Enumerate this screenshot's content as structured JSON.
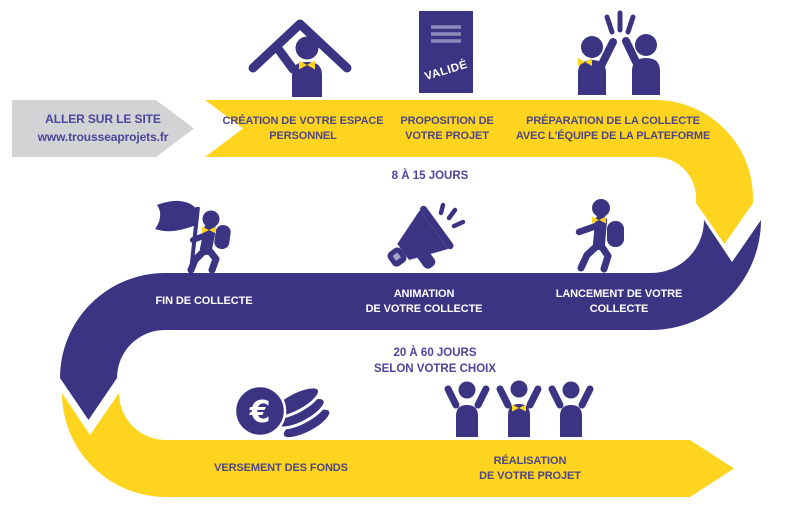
{
  "colors": {
    "yellow": "#FFD41E",
    "purple": "#3B3483",
    "gray": "#D1D3D4",
    "label_on_yellow": "#4D4683",
    "label_on_blue": "#FFFFFF",
    "duration_text": "#4B459B",
    "doc_lines": "#8F8ABC"
  },
  "site_arrow": {
    "line1": "ALLER SUR LE SITE",
    "line2": "www.trousseaprojets.fr"
  },
  "durations": {
    "top": "8 À 15 JOURS",
    "bottom_line1": "20 À 60 JOURS",
    "bottom_line2": "SELON VOTRE CHOIX"
  },
  "steps": {
    "creation": {
      "line1": "CRÉATION DE VOTRE ESPACE",
      "line2": "PERSONNEL"
    },
    "proposition": {
      "line1": "PROPOSITION DE",
      "line2": "VOTRE PROJET"
    },
    "preparation": {
      "line1": "PRÉPARATION DE LA COLLECTE",
      "line2": "AVEC L'ÉQUIPE DE LA PLATEFORME"
    },
    "fin": {
      "line1": "FIN DE COLLECTE"
    },
    "animation": {
      "line1": "ANIMATION",
      "line2": "DE VOTRE COLLECTE"
    },
    "lancement": {
      "line1": "LANCEMENT DE VOTRE",
      "line2": "COLLECTE"
    },
    "versement": {
      "line1": "VERSEMENT DES FONDS"
    },
    "realisation": {
      "line1": "RÉALISATION",
      "line2": "DE VOTRE PROJET"
    }
  },
  "icons": {
    "document_stamp": "VALIDÉ",
    "euro_symbol": "€"
  }
}
